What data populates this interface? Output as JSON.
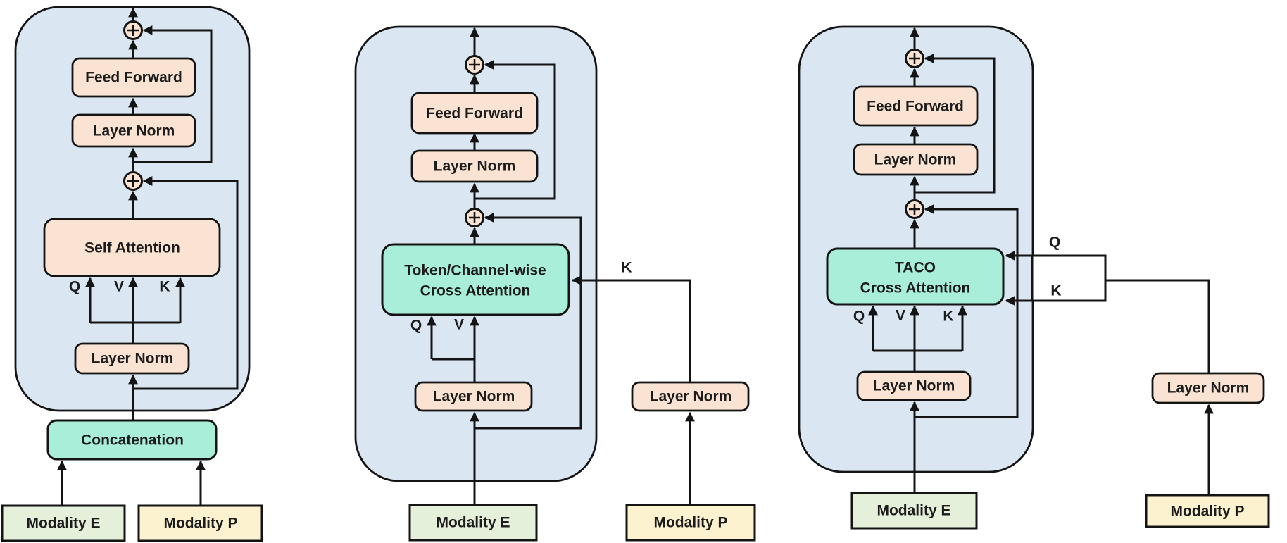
{
  "figure": {
    "description": "Three attention-block architecture diagrams",
    "palette": {
      "container_fill": "#dbe6f3",
      "block_fill": "#fae3d2",
      "accent_fill": "#a9eed8",
      "modality_e_fill": "#e5f0db",
      "modality_p_fill": "#fcf2cf",
      "splitter_fill": "#ffffff",
      "line_color": "#141414",
      "text_color": "#1c1c1c"
    }
  },
  "diagrams": {
    "left": {
      "feed_forward": "Feed Forward",
      "layer_norm_1": "Layer Norm",
      "attention": "Self Attention",
      "q": "Q",
      "v": "V",
      "k": "K",
      "layer_norm_2": "Layer Norm",
      "fusion": "Concatenation",
      "modality_e": "Modality E",
      "modality_p": "Modality P"
    },
    "middle": {
      "feed_forward": "Feed Forward",
      "layer_norm_1": "Layer Norm",
      "attention_line_1": "Token/Channel-wise",
      "attention_line_2": "Cross Attention",
      "q": "Q",
      "v": "V",
      "k_in": "K",
      "layer_norm_2": "Layer Norm",
      "layer_norm_p": "Layer Norm",
      "modality_e": "Modality E",
      "modality_p": "Modality P"
    },
    "right": {
      "feed_forward": "Feed Forward",
      "layer_norm_1": "Layer Norm",
      "attention_line_1": "TACO",
      "attention_line_2": "Cross Attention",
      "q": "Q",
      "v": "V",
      "k": "K",
      "q_in": "Q",
      "k_in": "K",
      "layer_norm_2": "Layer Norm",
      "layer_norm_p": "Layer Norm",
      "modality_e": "Modality E",
      "modality_p": "Modality P"
    }
  }
}
